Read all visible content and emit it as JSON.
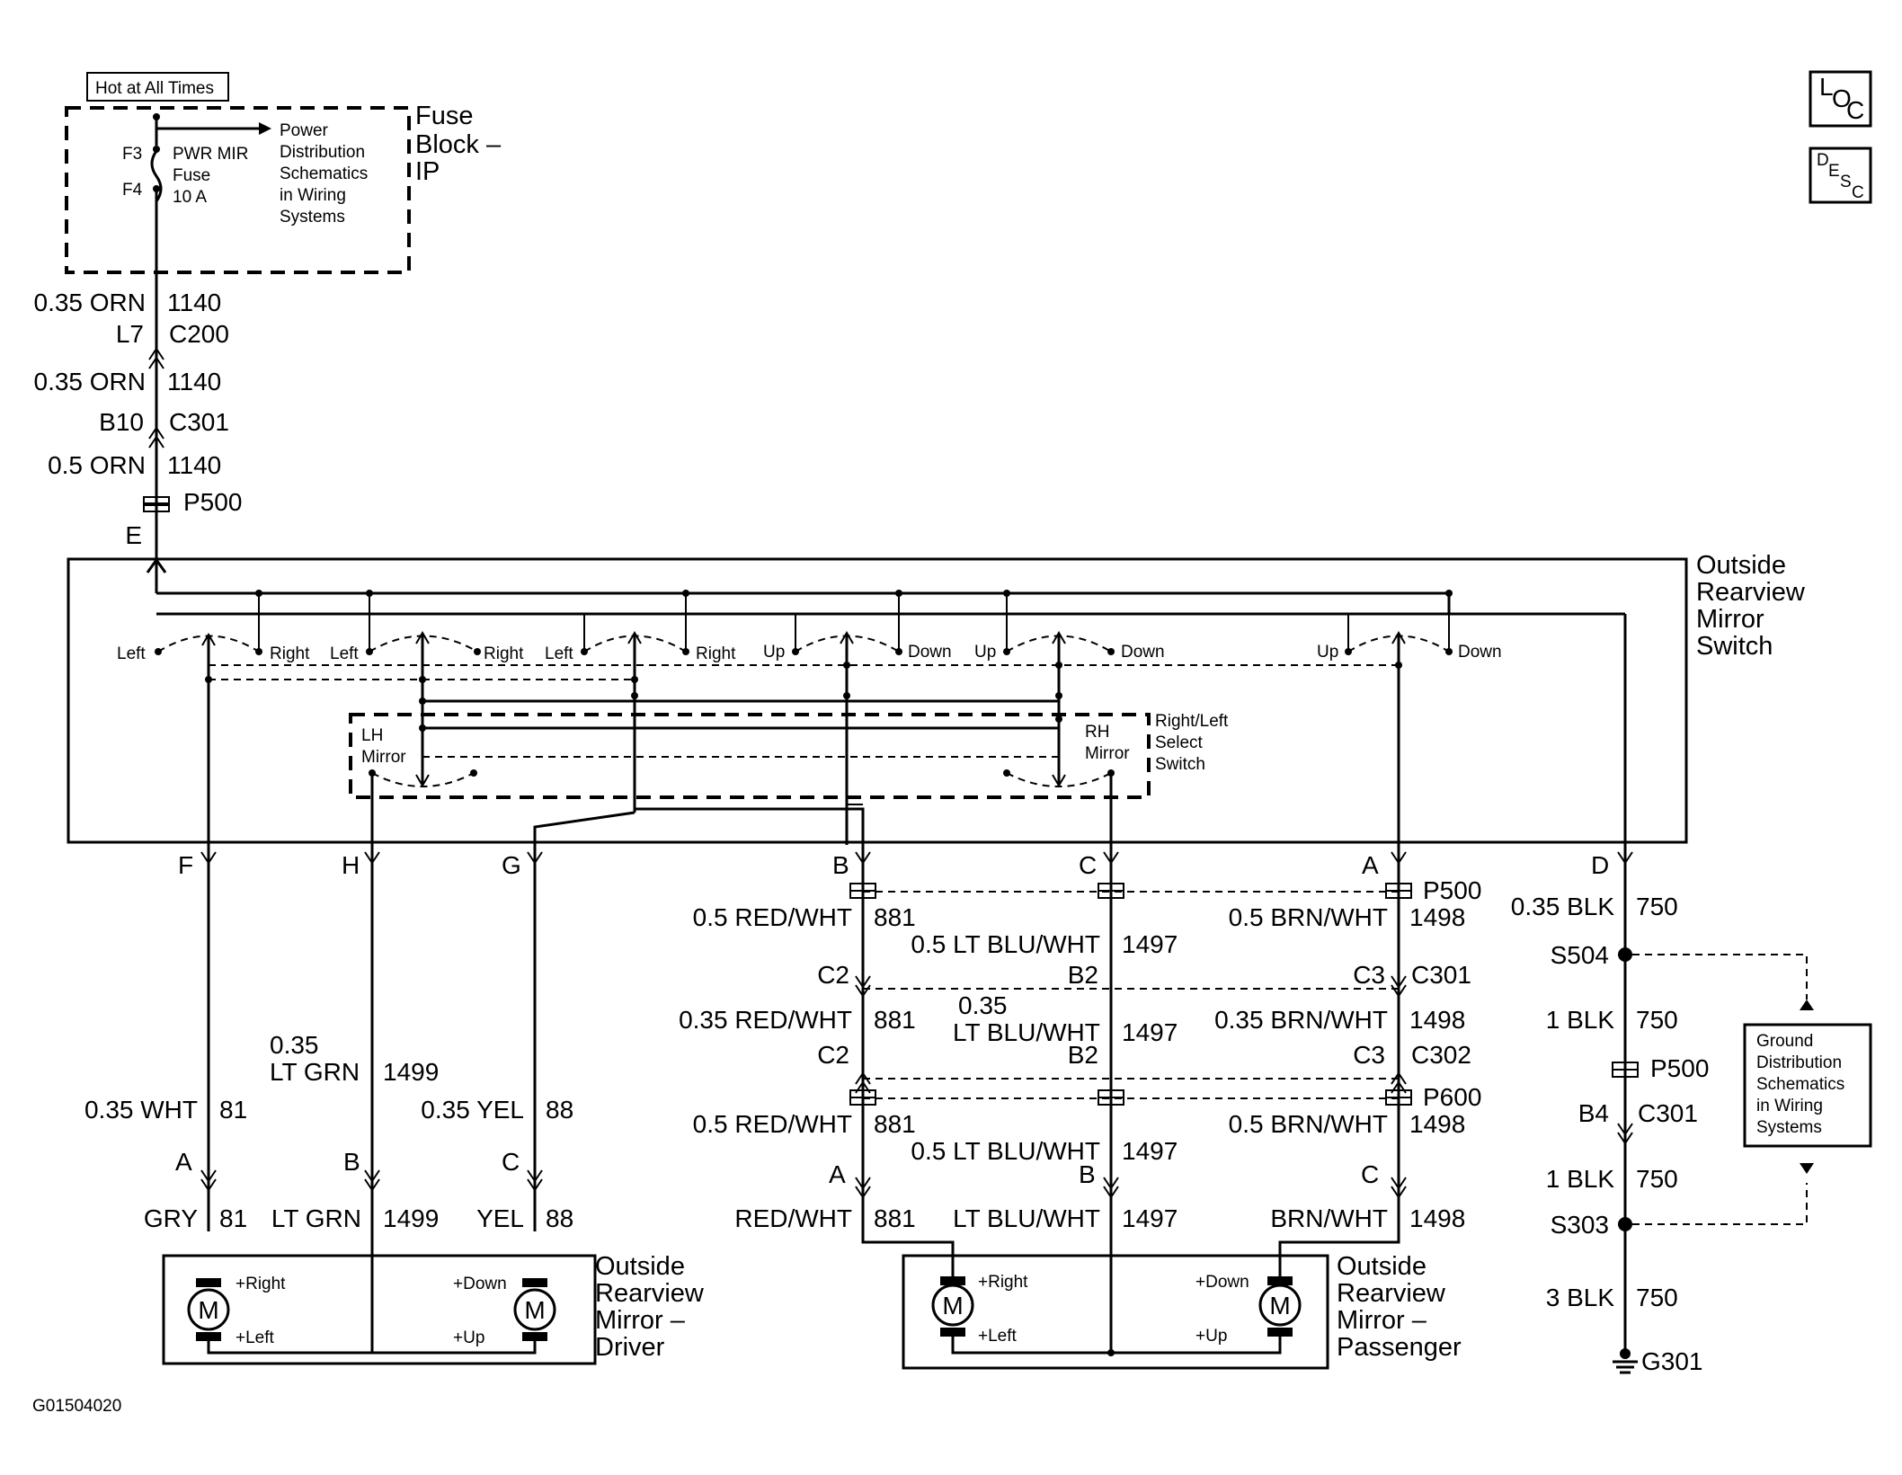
{
  "header": {
    "hot_at_all_times": "Hot at All Times",
    "loc_badge": [
      "L",
      "O",
      "C"
    ],
    "desc_badge": [
      "D",
      "E",
      "S",
      "C"
    ]
  },
  "fuse_block": {
    "title": [
      "Fuse",
      "Block –",
      "IP"
    ],
    "fuse_terminals": [
      "F3",
      "F4"
    ],
    "fuse_name": [
      "PWR MIR",
      "Fuse",
      "10 A"
    ],
    "power_note": [
      "Power",
      "Distribution",
      "Schematics",
      "in Wiring",
      "Systems"
    ]
  },
  "feed_circuit": [
    {
      "wire": "0.35 ORN",
      "circuit": "1140"
    },
    {
      "pin": "L7",
      "connector": "C200"
    },
    {
      "wire": "0.35 ORN",
      "circuit": "1140"
    },
    {
      "pin": "B10",
      "connector": "C301"
    },
    {
      "wire": "0.5 ORN",
      "circuit": "1140"
    },
    {
      "connector": "P500"
    },
    {
      "pin": "E"
    }
  ],
  "switch": {
    "title": [
      "Outside",
      "Rearview",
      "Mirror",
      "Switch"
    ],
    "contacts": [
      "Left",
      "Right",
      "Left",
      "Right",
      "Left",
      "Right",
      "Up",
      "Down",
      "Up",
      "Down",
      "Up",
      "Down"
    ],
    "select_switch": [
      "Right/Left",
      "Select",
      "Switch"
    ],
    "lh_mirror": [
      "LH",
      "Mirror"
    ],
    "rh_mirror": [
      "RH",
      "Mirror"
    ],
    "pins": [
      "F",
      "H",
      "G",
      "B",
      "C",
      "A",
      "D"
    ]
  },
  "driver_side": {
    "upper_wires": [
      {
        "wire": "0.35 WHT",
        "circuit": "81"
      },
      {
        "wire": [
          "0.35",
          "LT GRN"
        ],
        "circuit": "1499"
      },
      {
        "wire": "0.35 YEL",
        "circuit": "88"
      }
    ],
    "mirror_pins": [
      "A",
      "B",
      "C"
    ],
    "lower_wires": [
      {
        "wire": "GRY",
        "circuit": "81"
      },
      {
        "wire": "LT GRN",
        "circuit": "1499"
      },
      {
        "wire": "YEL",
        "circuit": "88"
      }
    ],
    "motor_labels": [
      "+Right",
      "+Left",
      "+Down",
      "+Up"
    ],
    "motor_symbol": "M",
    "title": [
      "Outside",
      "Rearview",
      "Mirror –",
      "Driver"
    ]
  },
  "passenger_side": {
    "p500": "P500",
    "row1": [
      {
        "wire": "0.5 RED/WHT",
        "circuit": "881"
      },
      {
        "wire": "0.5 LT BLU/WHT",
        "circuit": "1497"
      },
      {
        "wire": "0.5 BRN/WHT",
        "circuit": "1498"
      }
    ],
    "c301_pins": [
      "C2",
      "B2",
      "C3"
    ],
    "c301": "C301",
    "row2": [
      {
        "wire": "0.35 RED/WHT",
        "circuit": "881"
      },
      {
        "wire": [
          "0.35",
          "LT BLU/WHT"
        ],
        "circuit": "1497"
      },
      {
        "wire": "0.35 BRN/WHT",
        "circuit": "1498"
      }
    ],
    "c302_pins": [
      "C2",
      "B2",
      "C3"
    ],
    "c302": "C302",
    "p600": "P600",
    "row3": [
      {
        "wire": "0.5 RED/WHT",
        "circuit": "881"
      },
      {
        "wire": "0.5 LT BLU/WHT",
        "circuit": "1497"
      },
      {
        "wire": "0.5 BRN/WHT",
        "circuit": "1498"
      }
    ],
    "mirror_pins": [
      "A",
      "B",
      "C"
    ],
    "lower_wires": [
      {
        "wire": "RED/WHT",
        "circuit": "881"
      },
      {
        "wire": "LT BLU/WHT",
        "circuit": "1497"
      },
      {
        "wire": "BRN/WHT",
        "circuit": "1498"
      }
    ],
    "motor_labels": [
      "+Right",
      "+Left",
      "+Down",
      "+Up"
    ],
    "motor_symbol": "M",
    "title": [
      "Outside",
      "Rearview",
      "Mirror –",
      "Passenger"
    ]
  },
  "ground_circuit": {
    "rows": [
      {
        "wire": "0.35 BLK",
        "circuit": "750"
      },
      {
        "splice": "S504"
      },
      {
        "wire": "1 BLK",
        "circuit": "750"
      },
      {
        "connector": "P500"
      },
      {
        "pin": "B4",
        "connector": "C301"
      },
      {
        "wire": "1 BLK",
        "circuit": "750"
      },
      {
        "splice": "S303"
      },
      {
        "wire": "3 BLK",
        "circuit": "750"
      },
      {
        "ground": "G301"
      }
    ],
    "note": [
      "Ground",
      "Distribution",
      "Schematics",
      "in Wiring",
      "Systems"
    ]
  },
  "footer": {
    "figure_id": "G01504020"
  }
}
